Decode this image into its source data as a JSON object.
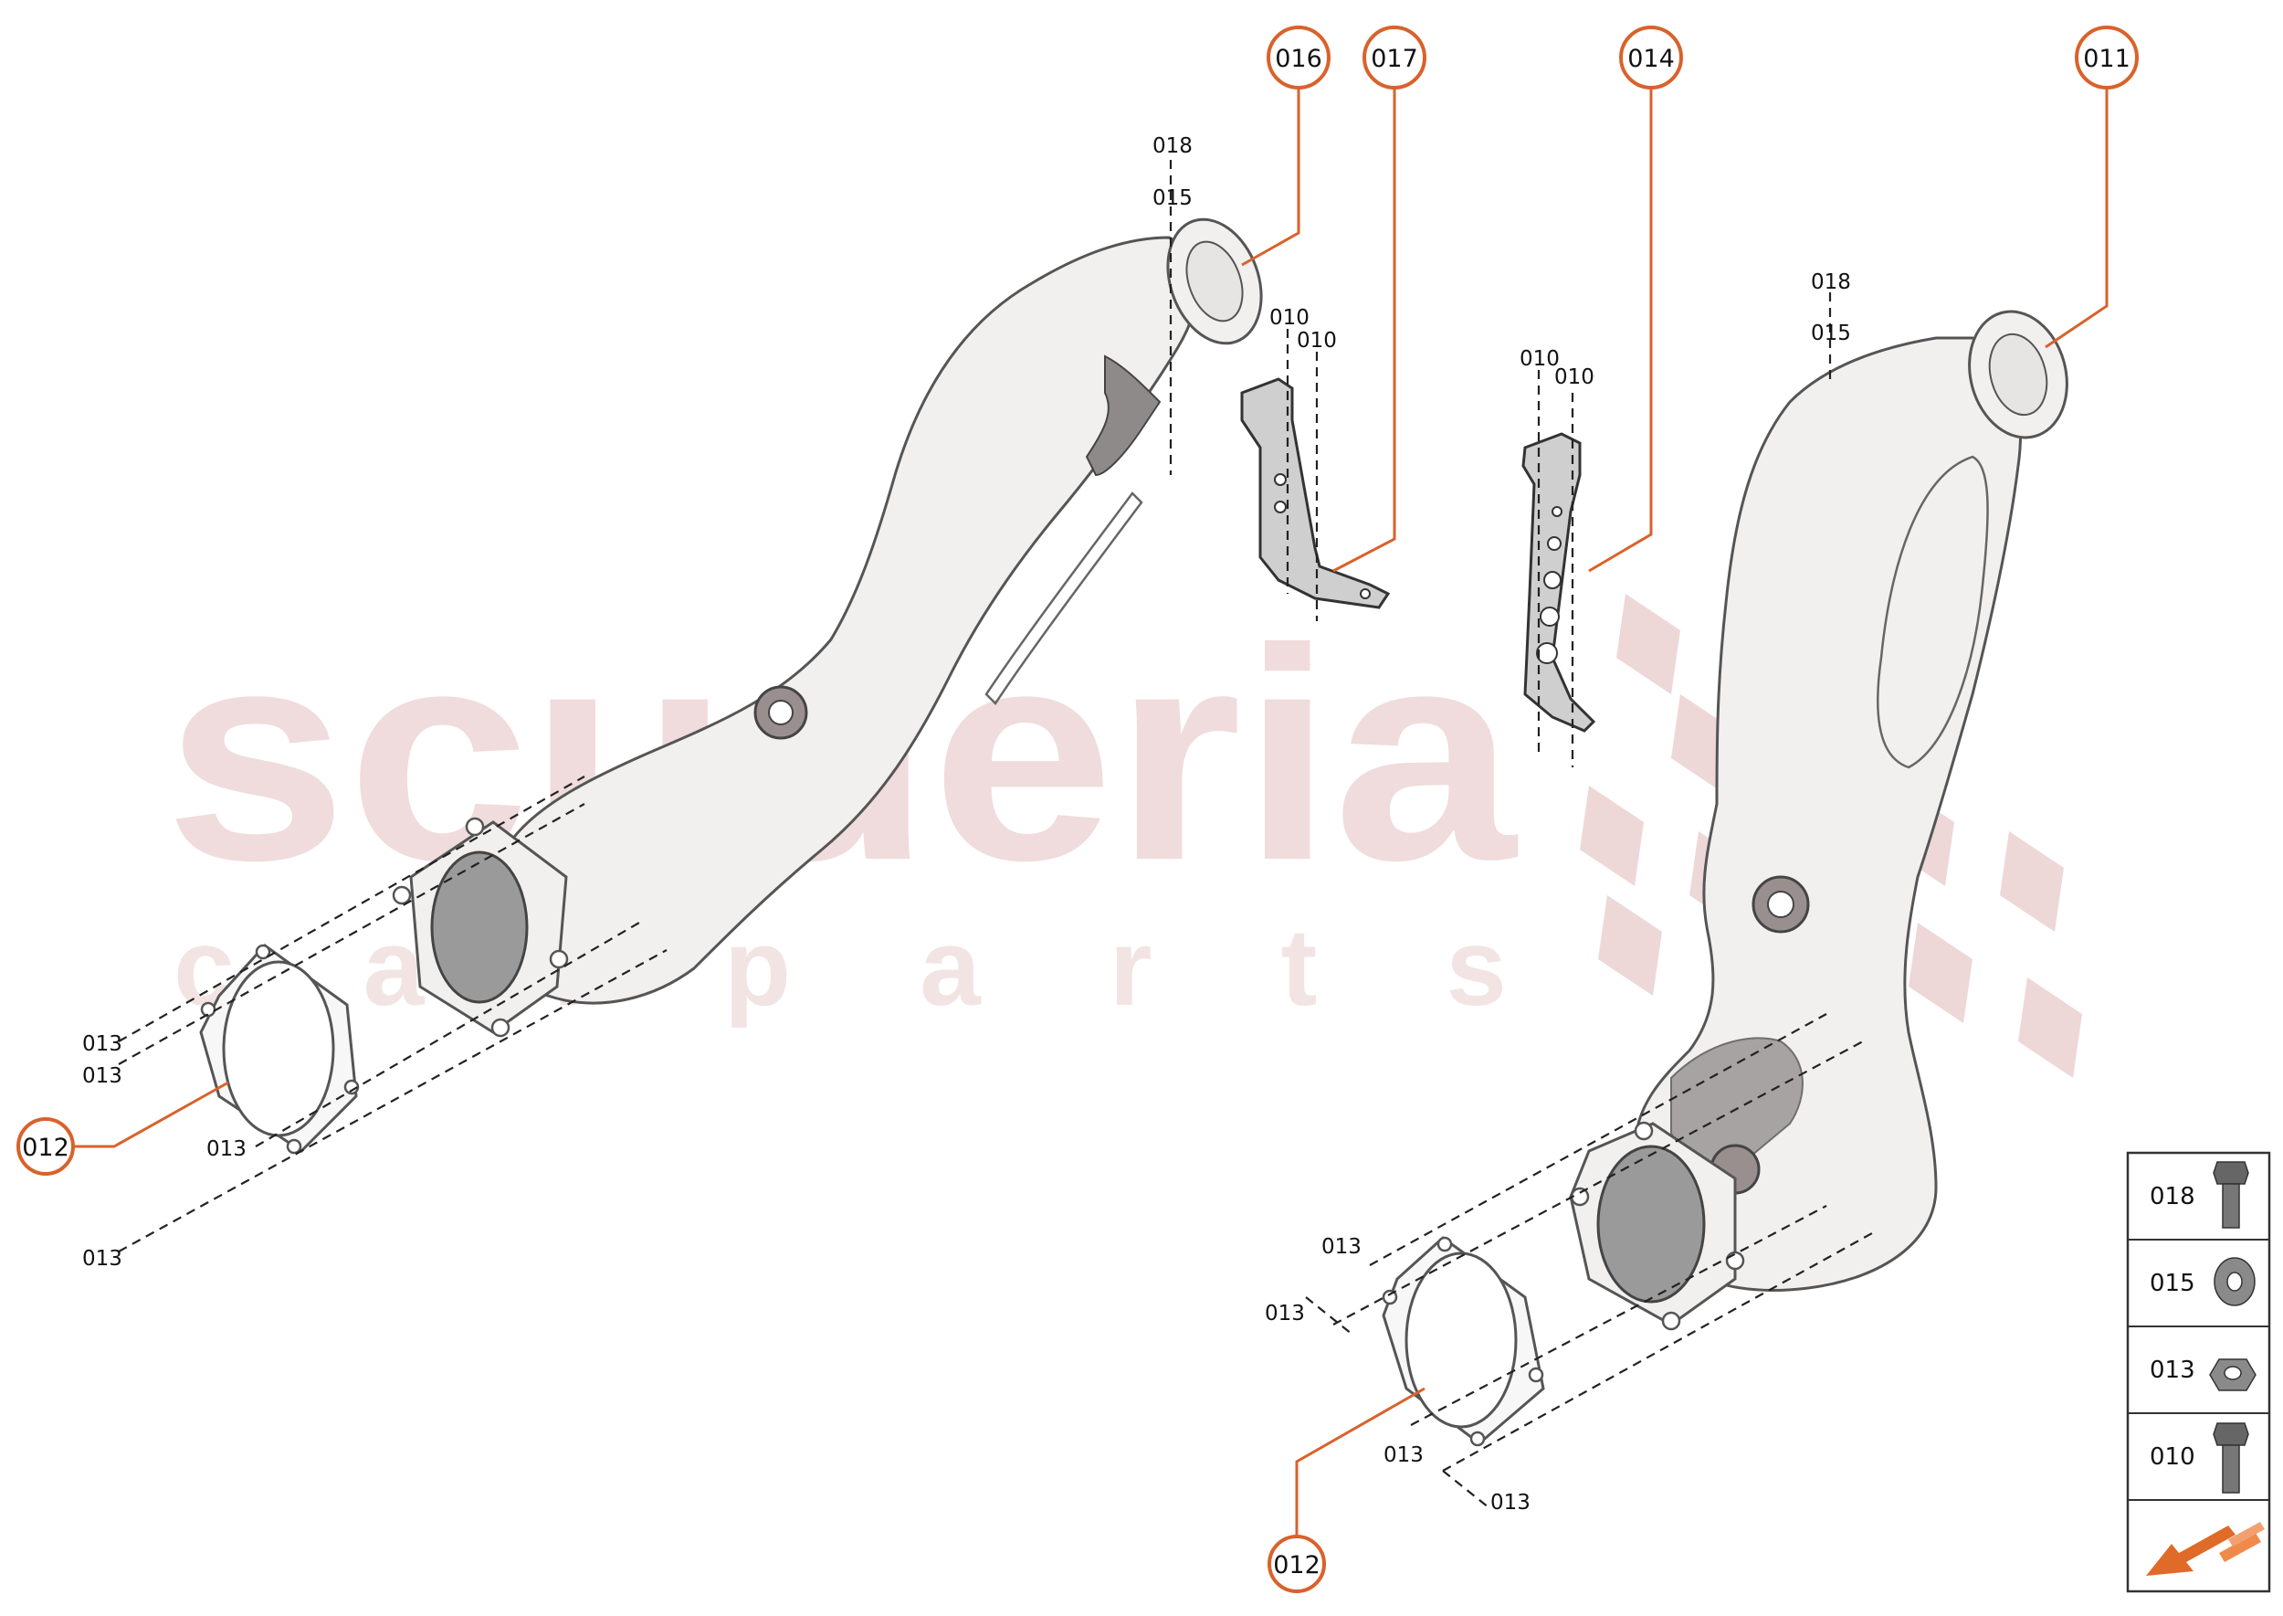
{
  "watermark": {
    "main": "scuderia",
    "sub": "c a r   p a r t s"
  },
  "callouts": {
    "c016": "016",
    "c017": "017",
    "c014": "014",
    "c011": "011",
    "c012_left": "012",
    "c012_right": "012"
  },
  "refs": {
    "l018": "018",
    "l015": "015",
    "l010a": "010",
    "l010b": "010",
    "m010a": "010",
    "m010b": "010",
    "r018": "018",
    "r015": "015",
    "l013a": "013",
    "l013b": "013",
    "l013c": "013",
    "l013d": "013",
    "r013a": "013",
    "r013b": "013",
    "r013c": "013",
    "r013d": "013"
  },
  "legend": {
    "items": [
      {
        "code": "018",
        "icon": "bolt-icon"
      },
      {
        "code": "015",
        "icon": "washer-icon"
      },
      {
        "code": "013",
        "icon": "nut-icon"
      },
      {
        "code": "010",
        "icon": "bolt-icon"
      }
    ],
    "direction_icon": "orientation-arrow-icon"
  },
  "colors": {
    "accent": "#d9622b",
    "watermark": "#f0dcdc",
    "line": "#222222"
  }
}
